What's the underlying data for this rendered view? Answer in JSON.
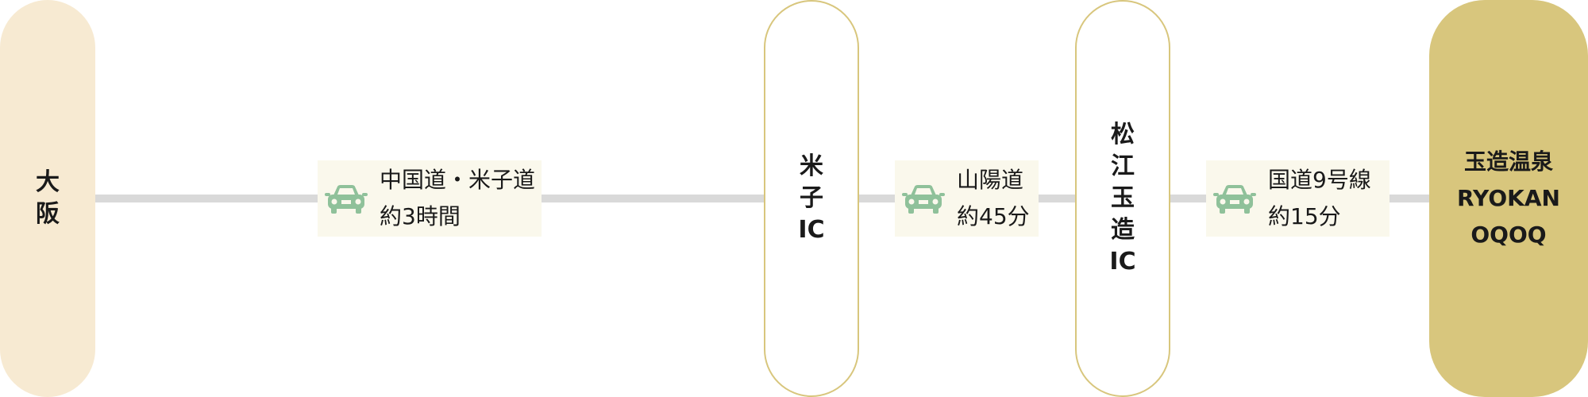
{
  "stops": [
    {
      "label": "大阪"
    },
    {
      "label": "米子IC"
    },
    {
      "label": "松江玉造IC"
    },
    {
      "label": "玉造温泉\nRYOKAN\nOQOQ"
    }
  ],
  "segments": [
    {
      "icon": "car-icon",
      "route": "中国道・米子道",
      "duration": "約3時間"
    },
    {
      "icon": "car-icon",
      "route": "山陽道",
      "duration": "約45分"
    },
    {
      "icon": "car-icon",
      "route": "国道9号線",
      "duration": "約15分"
    }
  ],
  "colors": {
    "line": "#d9d9d9",
    "origin_fill": "#f7ead2",
    "stop_border": "#d8c67d",
    "destination_fill": "#d8c67d",
    "segment_bg": "#faf8ec",
    "car": "#8fc19a"
  }
}
